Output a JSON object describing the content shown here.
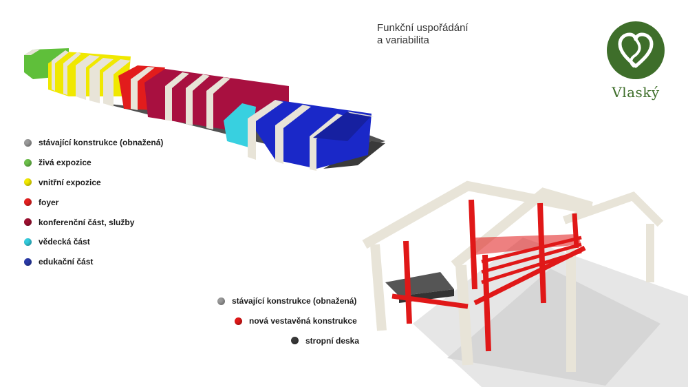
{
  "title": {
    "line1": "Funkční uspořádání",
    "line2": "a variabilita"
  },
  "logo": {
    "name": "Vlaský",
    "icon": "heart-leaf-icon",
    "color": "#3e6e2a"
  },
  "legend_functions": [
    {
      "label": "stávající konstrukce (obnažená)",
      "color": "#9a9a9a"
    },
    {
      "label": "živá expozice",
      "color": "#6cc04a"
    },
    {
      "label": "vnitřní expozice",
      "color": "#f2ea00"
    },
    {
      "label": "foyer",
      "color": "#e52020"
    },
    {
      "label": "konferenční část, služby",
      "color": "#9e1030"
    },
    {
      "label": "vědecká část",
      "color": "#33ccdd"
    },
    {
      "label": "edukační část",
      "color": "#2a3aa8"
    }
  ],
  "legend_structure": [
    {
      "label": "stávající konstrukce (obnažená)",
      "color": "#9a9a9a"
    },
    {
      "label": "nová vestavěná konstrukce",
      "color": "#e01818"
    },
    {
      "label": "stropní deska",
      "color": "#3a3a3a"
    }
  ]
}
